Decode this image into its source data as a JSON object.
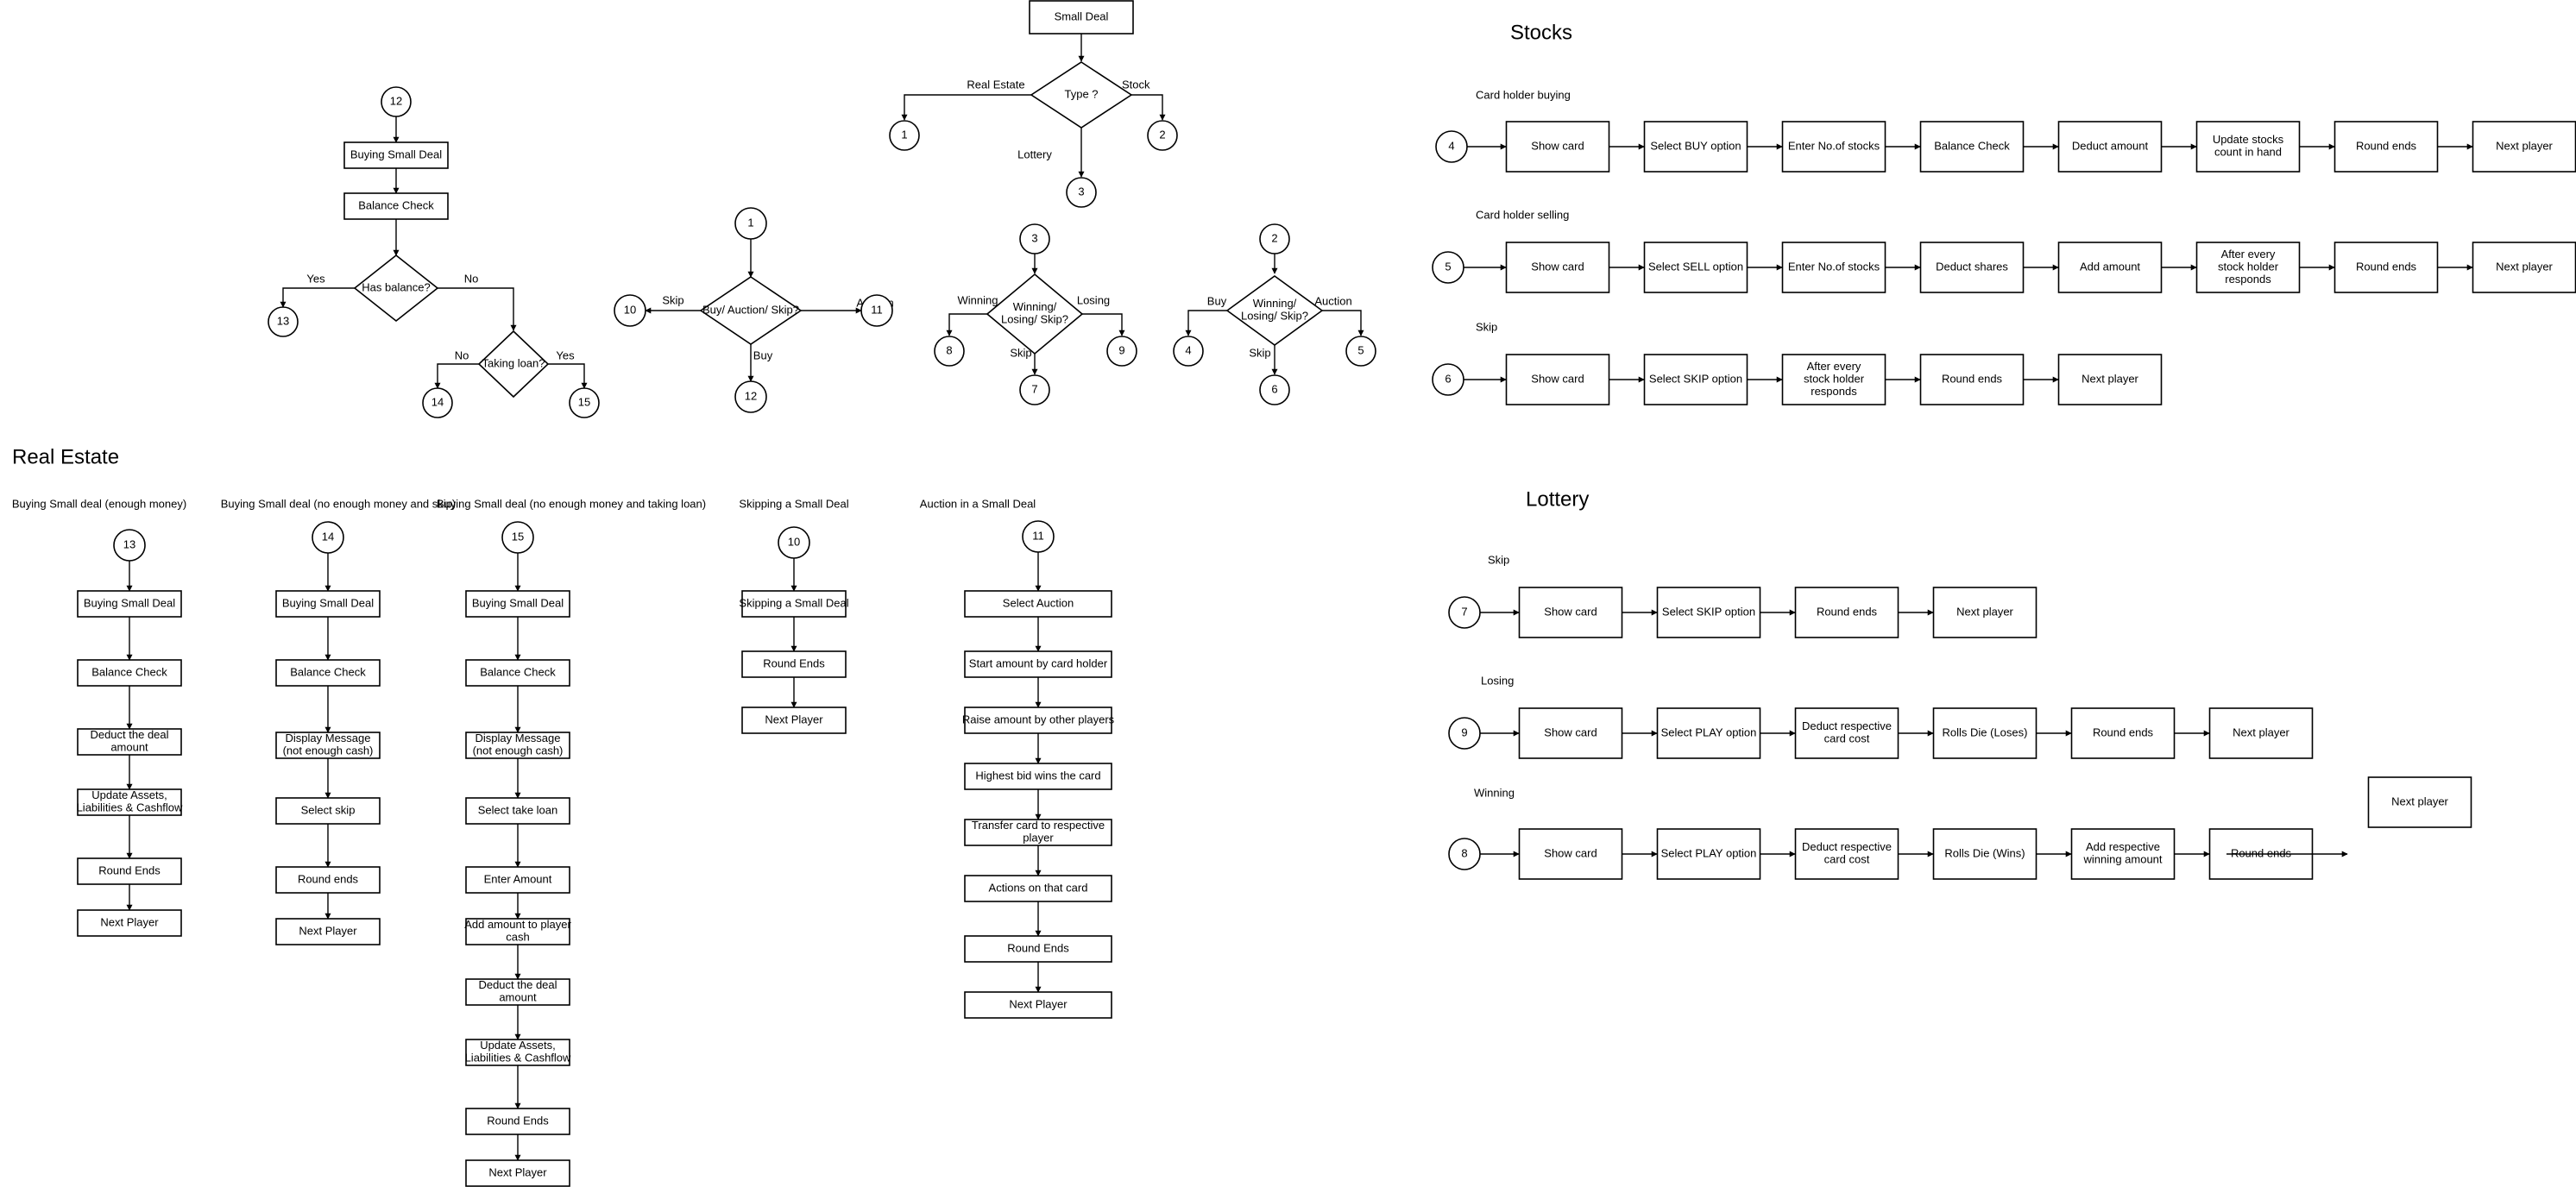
{
  "sections": {
    "stocks": "Stocks",
    "real_estate": "Real Estate",
    "lottery": "Lottery"
  },
  "small_deal": {
    "start": "Small Deal",
    "decision": "Type ?",
    "branch_real_estate": "Real Estate",
    "branch_stock": "Stock",
    "branch_lottery": "Lottery",
    "to_real_estate": "1",
    "to_stock": "2",
    "to_lottery": "3"
  },
  "balance_flow": {
    "start": "12",
    "buy": "Buying Small Deal",
    "check": "Balance Check",
    "has_balance": "Has balance?",
    "yes": "Yes",
    "no": "No",
    "yes_to": "13",
    "taking_loan": "Taking loan?",
    "loan_no": "No",
    "loan_yes": "Yes",
    "loan_no_to": "14",
    "loan_yes_to": "15"
  },
  "real_estate_choice": {
    "start": "1",
    "decision": "Buy/ Auction/ Skip?",
    "skip": "Skip",
    "auction": "Auction",
    "buy": "Buy",
    "skip_to": "10",
    "auction_to": "11",
    "buy_to": "12"
  },
  "lottery_choice": {
    "start": "3",
    "decision": [
      "Winning/",
      "Losing/ Skip?"
    ],
    "winning": "Winning",
    "losing": "Losing",
    "skip": "Skip",
    "winning_to": "8",
    "losing_to": "9",
    "skip_to": "7"
  },
  "stock_choice": {
    "start": "2",
    "decision": [
      "Winning/",
      "Losing/ Skip?"
    ],
    "buy": "Buy",
    "auction": "Auction",
    "skip": "Skip",
    "buy_to": "4",
    "auction_to": "5",
    "skip_to": "6"
  },
  "stocks": {
    "buying": {
      "title": "Card holder buying",
      "start": "4",
      "steps": [
        [
          "Show card"
        ],
        [
          "Select BUY option"
        ],
        [
          "Enter No.of stocks"
        ],
        [
          "Balance Check"
        ],
        [
          "Deduct amount"
        ],
        [
          "Update stocks",
          "count in hand"
        ],
        [
          "Round ends"
        ],
        [
          "Next player"
        ]
      ]
    },
    "selling": {
      "title": "Card holder selling",
      "start": "5",
      "steps": [
        [
          "Show card"
        ],
        [
          "Select SELL option"
        ],
        [
          "Enter No.of stocks"
        ],
        [
          "Deduct shares"
        ],
        [
          "Add amount"
        ],
        [
          "After every",
          "stock holder",
          "responds"
        ],
        [
          "Round ends"
        ],
        [
          "Next player"
        ]
      ]
    },
    "skip": {
      "title": "Skip",
      "start": "6",
      "steps": [
        [
          "Show card"
        ],
        [
          "Select SKIP option"
        ],
        [
          "After every",
          "stock holder",
          "responds"
        ],
        [
          "Round ends"
        ],
        [
          "Next player"
        ]
      ]
    }
  },
  "real_estate": {
    "enough": {
      "title": "Buying Small deal (enough money)",
      "start": "13",
      "steps": [
        [
          "Buying Small Deal"
        ],
        [
          "Balance Check"
        ],
        [
          "Deduct the deal",
          "amount"
        ],
        [
          "Update Assets,",
          "Liabilities & Cashflow"
        ],
        [
          "Round Ends"
        ],
        [
          "Next Player"
        ]
      ]
    },
    "skip": {
      "title": "Buying Small deal (no enough money and skip)",
      "start": "14",
      "steps": [
        [
          "Buying Small Deal"
        ],
        [
          "Balance Check"
        ],
        [
          "Display Message",
          "(not enough cash)"
        ],
        [
          "Select skip"
        ],
        [
          "Round ends"
        ],
        [
          "Next Player"
        ]
      ]
    },
    "loan": {
      "title": "Buying Small deal (no enough money and taking loan)",
      "start": "15",
      "steps": [
        [
          "Buying Small Deal"
        ],
        [
          "Balance Check"
        ],
        [
          "Display Message",
          "(not enough cash)"
        ],
        [
          "Select take loan"
        ],
        [
          "Enter Amount"
        ],
        [
          "Add amount to player",
          "cash"
        ],
        [
          "Deduct the deal",
          "amount"
        ],
        [
          "Update Assets,",
          "Liabilities & Cashflow"
        ],
        [
          "Round Ends"
        ],
        [
          "Next Player"
        ]
      ]
    },
    "skipping": {
      "title": "Skipping a Small Deal",
      "start": "10",
      "steps": [
        [
          "Skipping a Small Deal"
        ],
        [
          "Round Ends"
        ],
        [
          "Next Player"
        ]
      ]
    },
    "auction": {
      "title": "Auction in a Small Deal",
      "start": "11",
      "steps": [
        [
          "Select Auction"
        ],
        [
          "Start amount by card holder"
        ],
        [
          "Raise amount by other players"
        ],
        [
          "Highest bid wins the card"
        ],
        [
          "Transfer card to respective",
          "player"
        ],
        [
          "Actions on that card"
        ],
        [
          "Round Ends"
        ],
        [
          "Next Player"
        ]
      ]
    }
  },
  "lottery": {
    "skip": {
      "title": "Skip",
      "start": "7",
      "steps": [
        [
          "Show card"
        ],
        [
          "Select SKIP option"
        ],
        [
          "Round ends"
        ],
        [
          "Next player"
        ]
      ]
    },
    "losing": {
      "title": "Losing",
      "start": "9",
      "steps": [
        [
          "Show card"
        ],
        [
          "Select PLAY option"
        ],
        [
          "Deduct respective",
          "card cost"
        ],
        [
          "Rolls Die (Loses)"
        ],
        [
          "Round ends"
        ],
        [
          "Next player"
        ]
      ]
    },
    "winning": {
      "title": "Winning",
      "start": "8",
      "steps": [
        [
          "Show card"
        ],
        [
          "Select PLAY option"
        ],
        [
          "Deduct respective",
          "card cost"
        ],
        [
          "Rolls Die (Wins)"
        ],
        [
          "Add respective",
          "winning amount"
        ],
        [
          "Round ends"
        ]
      ],
      "detached_box": "Next player"
    }
  }
}
